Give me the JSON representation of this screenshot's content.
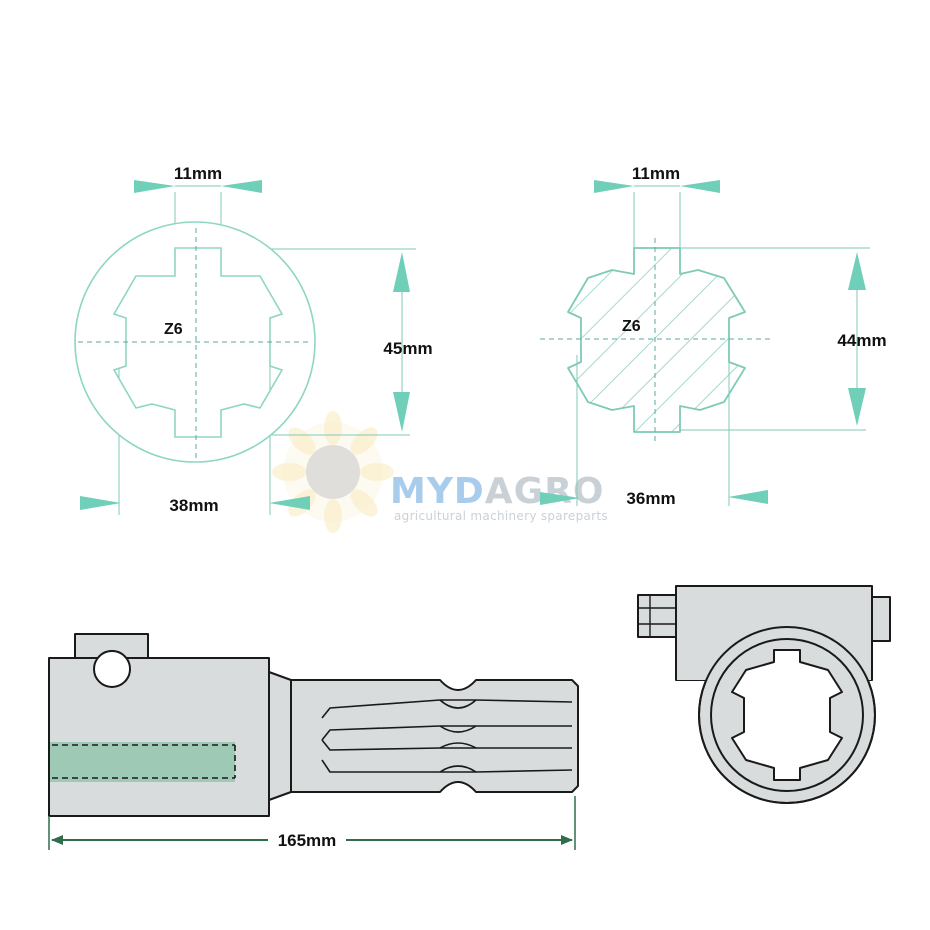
{
  "female_spline": {
    "label": "Z6",
    "tooth_width": "11mm",
    "outer_size": "45mm",
    "inner_size": "38mm"
  },
  "male_spline": {
    "label": "Z6",
    "tooth_width": "11mm",
    "outer_size": "44mm",
    "inner_size": "36mm"
  },
  "side_view": {
    "length": "165mm"
  },
  "watermark": {
    "brand_prefix": "MYD",
    "brand_suffix": "AGRO",
    "tagline": "agricultural machinery spareparts"
  },
  "colors": {
    "accent": "#6fcfb8",
    "dimension_line": "#2f6e4a",
    "part_fill": "#d8dcdc",
    "outline": "#1a1a1a",
    "grease": "#9ec9b4",
    "brand_blue": "#3f8fd6",
    "brand_gray": "#8a9aa8"
  }
}
